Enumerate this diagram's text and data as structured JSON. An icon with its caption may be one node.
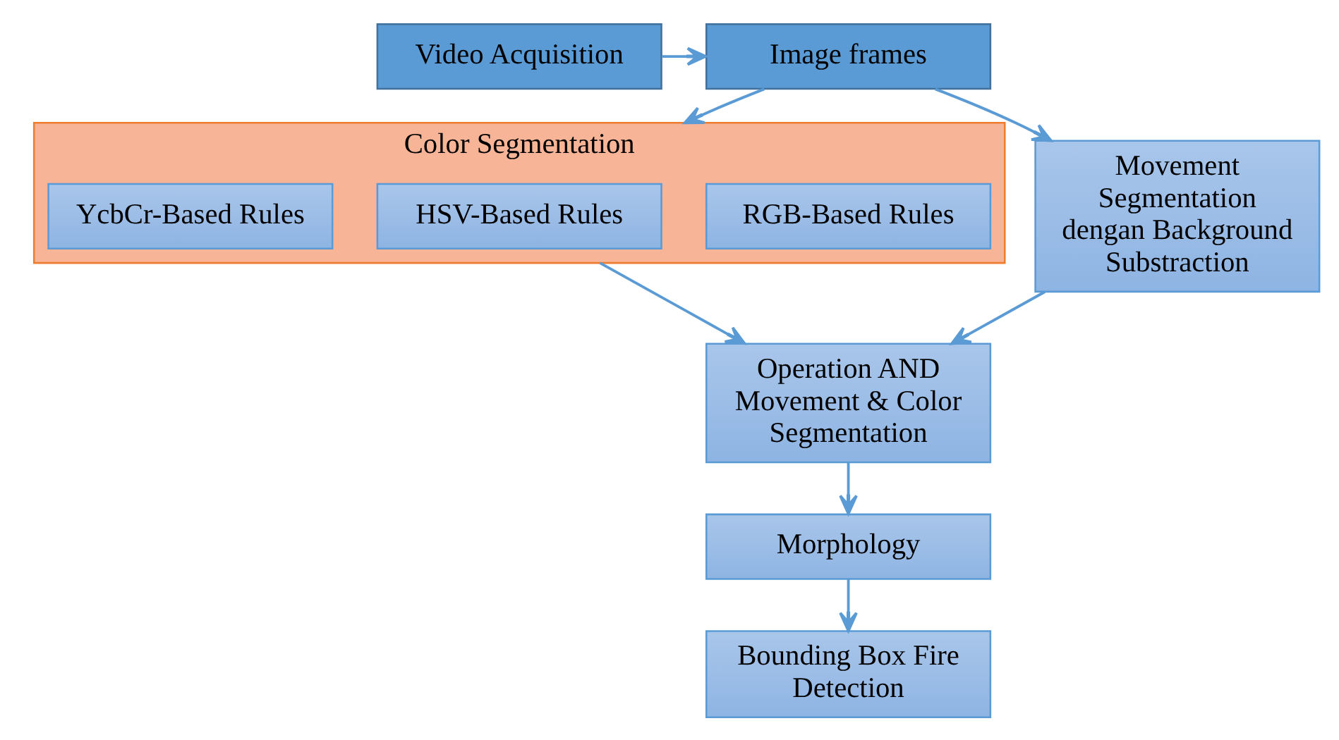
{
  "diagram": {
    "nodes": [
      {
        "text": [
          "Video Acquisition"
        ]
      },
      {
        "text": [
          "Image frames"
        ]
      },
      {
        "text": [
          "Color Segmentation"
        ]
      },
      {
        "text": [
          "RGB-Based Rules"
        ],
        "in": 2
      },
      {
        "text": [
          "HSV-Based Rules"
        ],
        "in": 2
      },
      {
        "text": [
          "YcbCr-Based Rules"
        ],
        "in": 2
      },
      {
        "text": [
          "Movement Segmentation dengan Background Substraction"
        ]
      },
      {
        "text": [
          "Operation AND Movement & Color Segmentation"
        ]
      },
      {
        "text": [
          "Morphology"
        ]
      },
      {
        "text": [
          "Bounding Box Fire Detection"
        ]
      }
    ],
    "edges": [
      {
        "from": 0,
        "to": 1,
        "arrow": "to"
      },
      {
        "from": 1,
        "to": 2,
        "arrow": "to"
      },
      {
        "from": 1,
        "to": 6,
        "arrow": "to"
      },
      {
        "from": 2,
        "to": 7,
        "arrow": "to"
      },
      {
        "from": 6,
        "to": 7,
        "arrow": "to"
      },
      {
        "from": 7,
        "to": 8,
        "arrow": "to"
      },
      {
        "from": 8,
        "to": 9,
        "arrow": "to"
      }
    ]
  }
}
